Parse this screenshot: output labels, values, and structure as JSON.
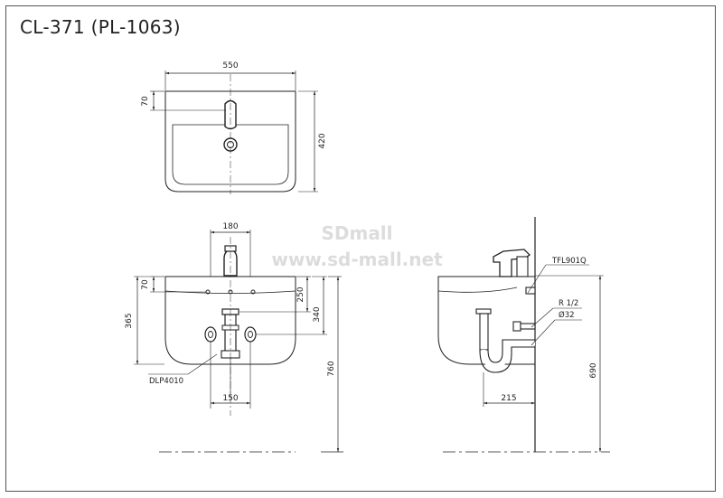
{
  "title": "CL-371 (PL-1063)",
  "watermark": {
    "line1": "SDmall",
    "line2": "www.sd-mall.net"
  },
  "top_view": {
    "width": "550",
    "depth": "420",
    "faucet_offset": "70"
  },
  "front_view": {
    "tap_spacing": "180",
    "top_offset": "70",
    "drain_spacing": "150",
    "height_365": "365",
    "height_250": "250",
    "height_340": "340",
    "height_760": "760",
    "drain_label": "DLP4010"
  },
  "side_view": {
    "faucet_label": "TFL901Q",
    "thread_label": "R 1/2",
    "pipe_label": "Ø32",
    "wall_offset": "215",
    "height_690": "690"
  },
  "colors": {
    "line": "#222222",
    "watermark": "#dcdcdc"
  }
}
